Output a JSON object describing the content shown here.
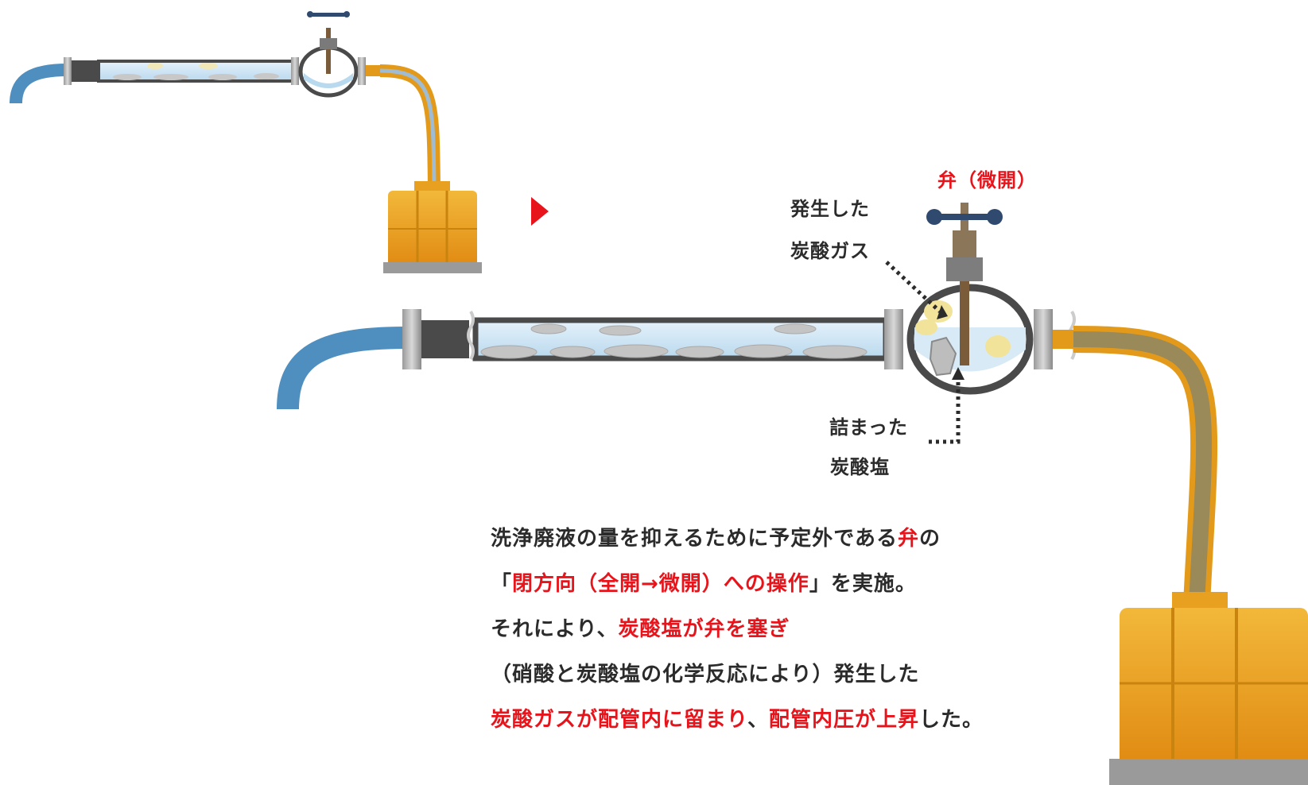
{
  "labels": {
    "valve_main": "弁",
    "valve_state": "（微開）",
    "gas_line1": "発生した",
    "gas_line2": "炭酸ガス",
    "salt_line1": "詰まった",
    "salt_line2": "炭酸塩"
  },
  "description": {
    "line1": [
      {
        "text": "洗浄廃液の量を抑えるために予定外である",
        "color": "dark"
      },
      {
        "text": "弁",
        "color": "red"
      },
      {
        "text": "の",
        "color": "dark"
      }
    ],
    "line2": [
      {
        "text": "「",
        "color": "dark"
      },
      {
        "text": "閉方向（全開→微開）への操作",
        "color": "red"
      },
      {
        "text": "」を実施。",
        "color": "dark"
      }
    ],
    "line3": [
      {
        "text": "それにより、",
        "color": "dark"
      },
      {
        "text": "炭酸塩が弁を塞ぎ",
        "color": "red"
      }
    ],
    "line4": [
      {
        "text": "（硝酸と炭酸塩の化学反応により）発生した",
        "color": "dark"
      }
    ],
    "line5": [
      {
        "text": "炭酸ガスが配管内に留まり",
        "color": "red"
      },
      {
        "text": "、",
        "color": "dark"
      },
      {
        "text": "配管内圧が上昇",
        "color": "red"
      },
      {
        "text": "した。",
        "color": "dark"
      }
    ]
  },
  "colors": {
    "accent_red": "#e8141b",
    "text_dark": "#2b2b2b",
    "hose_blue": "#4f8fbf",
    "hose_orange": "#e39a1a",
    "tank_orange": "#eaa423",
    "pipe_gray": "#4a4a4a",
    "valve_navy": "#2f4a6e"
  }
}
